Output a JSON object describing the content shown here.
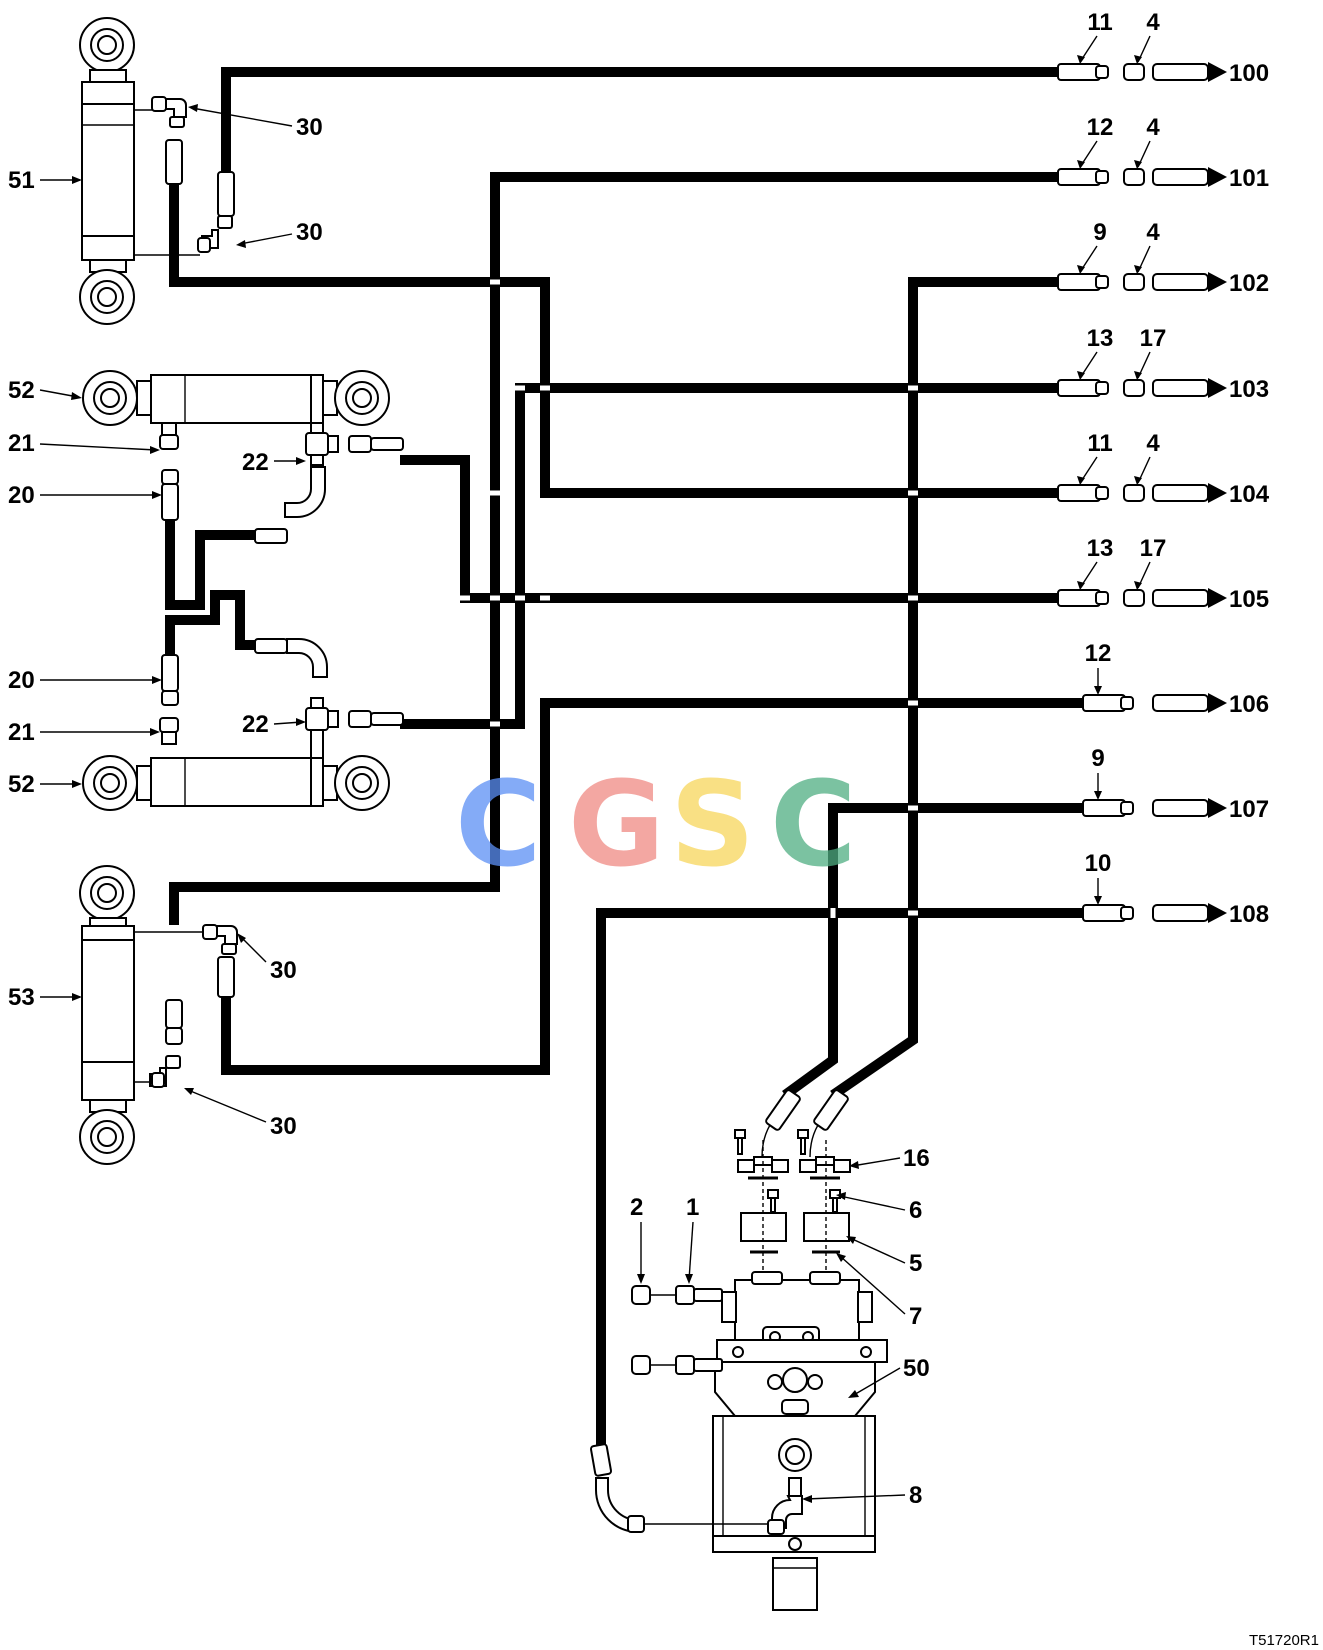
{
  "watermark": {
    "letters": [
      {
        "char": "C",
        "color": "#5b8ff5"
      },
      {
        "char": "G",
        "color": "#f08a84"
      },
      {
        "char": "S",
        "color": "#f7d65c"
      },
      {
        "char": "C",
        "color": "#4fae82"
      }
    ]
  },
  "drawing_code": "T51720R1",
  "outlets": [
    {
      "number": "100",
      "fitting": "11",
      "cap": "4"
    },
    {
      "number": "101",
      "fitting": "12",
      "cap": "4"
    },
    {
      "number": "102",
      "fitting": "9",
      "cap": "4"
    },
    {
      "number": "103",
      "fitting": "13",
      "cap": "17"
    },
    {
      "number": "104",
      "fitting": "11",
      "cap": "4"
    },
    {
      "number": "105",
      "fitting": "13",
      "cap": "17"
    },
    {
      "number": "106",
      "fitting": "12",
      "cap": ""
    },
    {
      "number": "107",
      "fitting": "9",
      "cap": ""
    },
    {
      "number": "108",
      "fitting": "10",
      "cap": ""
    }
  ],
  "callouts": {
    "cyl51": "51",
    "cyl52_top": "52",
    "cyl52_bottom": "52",
    "cyl53": "53",
    "elbow_51_top": "30",
    "elbow_51_bottom": "30",
    "elbow_53_top": "30",
    "elbow_53_bottom": "30",
    "adapter_21_top": "21",
    "hose_20_top": "20",
    "hose_20_bottom": "20",
    "adapter_21_bottom": "21",
    "tee_22_top": "22",
    "tee_22_bottom": "22",
    "pump_part_1": "1",
    "pump_part_2": "2",
    "pump_part_5": "5",
    "pump_part_6": "6",
    "pump_part_7": "7",
    "pump_part_8": "8",
    "pump_part_16": "16",
    "pump_50": "50"
  }
}
